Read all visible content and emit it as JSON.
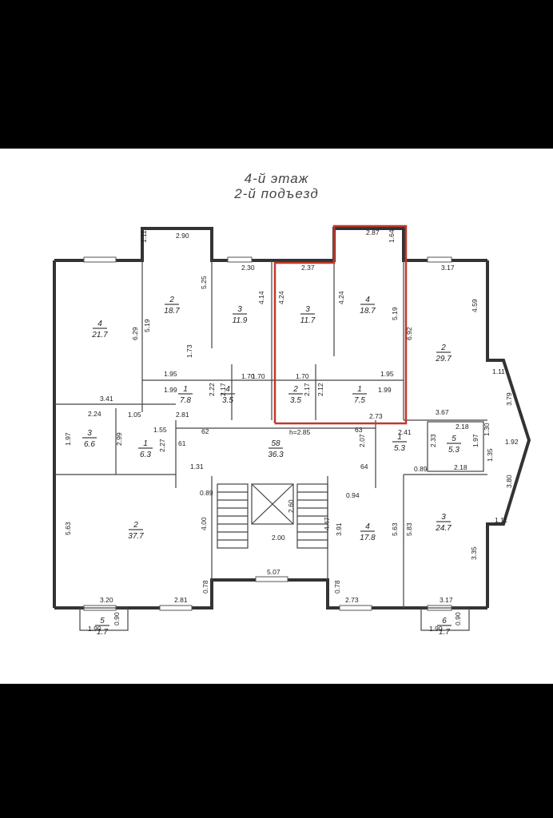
{
  "floor_title": "4-й этаж",
  "entrance_title": "2-й подъезд",
  "ceiling_height": "h=2.85",
  "highlight_color": "#c0392b",
  "rooms": [
    {
      "num": "4",
      "area": "21.7"
    },
    {
      "num": "2",
      "area": "18.7"
    },
    {
      "num": "3",
      "area": "11.9"
    },
    {
      "num": "3",
      "area": "11.7"
    },
    {
      "num": "4",
      "area": "18.7"
    },
    {
      "num": "2",
      "area": "29.7"
    },
    {
      "num": "1",
      "area": "7.8"
    },
    {
      "num": "4",
      "area": "3.5"
    },
    {
      "num": "2",
      "area": "3.5"
    },
    {
      "num": "1",
      "area": "7.5"
    },
    {
      "num": "3",
      "area": "6.6"
    },
    {
      "num": "1",
      "area": "6.3"
    },
    {
      "num": "58",
      "area": "36.3"
    },
    {
      "num": "1",
      "area": "5.3"
    },
    {
      "num": "5",
      "area": "5.3"
    },
    {
      "num": "2",
      "area": "37.7"
    },
    {
      "num": "4",
      "area": "17.8"
    },
    {
      "num": "3",
      "area": "24.7"
    },
    {
      "num": "5",
      "area": "1.7"
    },
    {
      "num": "6",
      "area": "1.7"
    }
  ],
  "dimensions": [
    "2.90",
    "1.11",
    "2.30",
    "2.37",
    "2.87",
    "1.64",
    "3.17",
    "5.19",
    "6.29",
    "5.25",
    "4.14",
    "4.24",
    "4.24",
    "5.19",
    "6.92",
    "4.59",
    "1.73",
    "1.70",
    "1.70",
    "1.70",
    "1.95",
    "1.95",
    "1.11",
    "3.41",
    "1.99",
    "2.22",
    "2.17",
    "2.17",
    "2.12",
    "1.99",
    "3.67",
    "3.79",
    "2.24",
    "1.05",
    "2.81",
    "2.73",
    "2.18",
    "2.41",
    "1.97",
    "2.99",
    "1.55",
    "62",
    "61",
    "63",
    "1.30",
    "1.92",
    "2.27",
    "2.07",
    "2.33",
    "1.97",
    "1.31",
    "64",
    "0.89",
    "2.18",
    "1.35",
    "0.89",
    "0.94",
    "2.60",
    "3.80",
    "5.63",
    "4.00",
    "2.00",
    "4.47",
    "3.91",
    "5.63",
    "5.83",
    "1.11",
    "3.35",
    "5.07",
    "0.78",
    "0.78",
    "3.20",
    "2.81",
    "2.73",
    "3.17",
    "1.90",
    "0.90",
    "1.90",
    "0.90"
  ]
}
